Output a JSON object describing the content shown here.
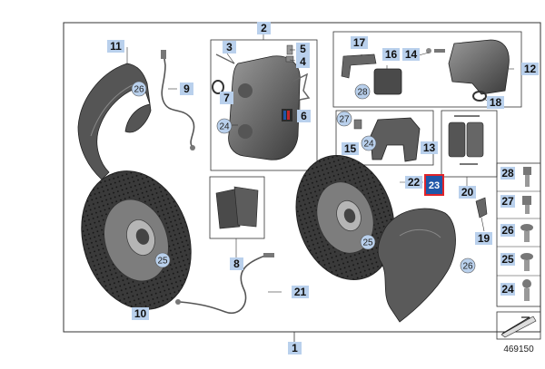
{
  "diagram_id": "469150",
  "highlighted_part": "23",
  "accent_colors": {
    "label_bg": "#b9d0ec",
    "highlight_fill": "#1f56a8",
    "highlight_border": "#e0242a"
  },
  "callouts": {
    "p1": "1",
    "p2": "2",
    "p3": "3",
    "p4": "4",
    "p5": "5",
    "p6": "6",
    "p7": "7",
    "p8": "8",
    "p9": "9",
    "p10": "10",
    "p11": "11",
    "p12": "12",
    "p13": "13",
    "p14": "14",
    "p15": "15",
    "p16": "16",
    "p17": "17",
    "p18": "18",
    "p19": "19",
    "p20": "20",
    "p21": "21",
    "p22": "22",
    "p23": "23",
    "c24a": "24",
    "c24b": "24",
    "c25a": "25",
    "c25b": "25",
    "c26a": "26",
    "c26b": "26",
    "c27": "27",
    "c28": "28"
  },
  "legend": [
    "28",
    "27",
    "26",
    "25",
    "24"
  ]
}
